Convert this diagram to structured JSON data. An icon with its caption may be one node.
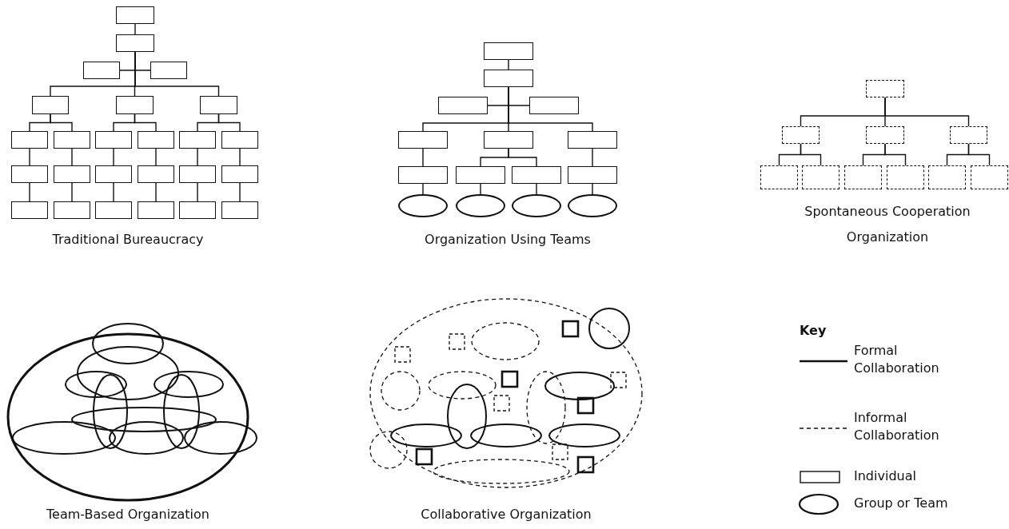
{
  "diagram": {
    "nodes": [
      {
        "text": [],
        "shape": "box"
      },
      {
        "text": [],
        "shape": "box"
      },
      {
        "text": [],
        "shape": "box"
      },
      {
        "text": [],
        "shape": "box"
      },
      {
        "text": [],
        "shape": "box"
      },
      {
        "text": [],
        "shape": "box"
      },
      {
        "text": [],
        "shape": "box"
      },
      {
        "text": [],
        "shape": "box"
      },
      {
        "text": [],
        "shape": "box"
      },
      {
        "text": [],
        "shape": "box"
      },
      {
        "text": [],
        "shape": "box"
      },
      {
        "text": [],
        "shape": "box"
      },
      {
        "text": [],
        "shape": "box"
      },
      {
        "text": [],
        "shape": "box"
      },
      {
        "text": [],
        "shape": "box"
      },
      {
        "text": [],
        "shape": "box"
      },
      {
        "text": [],
        "shape": "box"
      },
      {
        "text": [],
        "shape": "box"
      },
      {
        "text": [],
        "shape": "box"
      },
      {
        "text": [],
        "shape": "box"
      },
      {
        "text": [],
        "shape": "box"
      },
      {
        "text": [],
        "shape": "box"
      },
      {
        "text": [],
        "shape": "box"
      },
      {
        "text": [],
        "shape": "box"
      },
      {
        "text": [],
        "shape": "box"
      },
      {
        "text": [],
        "shape": "box"
      },
      {
        "text": [],
        "shape": "box"
      },
      {
        "text": [],
        "shape": "box"
      },
      {
        "text": [],
        "shape": "box"
      },
      {
        "text": [],
        "shape": "box"
      },
      {
        "text": [],
        "shape": "box"
      },
      {
        "text": [],
        "shape": "box"
      },
      {
        "text": [],
        "shape": "box"
      },
      {
        "text": [],
        "shape": "box"
      },
      {
        "text": [],
        "shape": "box"
      },
      {
        "text": [],
        "shape": "box"
      },
      {
        "text": [],
        "shape": "ellipse"
      },
      {
        "text": [],
        "shape": "ellipse"
      },
      {
        "text": [],
        "shape": "ellipse"
      },
      {
        "text": [],
        "shape": "ellipse"
      },
      {
        "text": [],
        "shape": "box"
      },
      {
        "text": [],
        "shape": "box"
      },
      {
        "text": [],
        "shape": "box"
      },
      {
        "text": [],
        "shape": "box"
      },
      {
        "text": [],
        "shape": "box"
      },
      {
        "text": [],
        "shape": "box"
      },
      {
        "text": [],
        "shape": "box"
      },
      {
        "text": [],
        "shape": "box"
      },
      {
        "text": [],
        "shape": "box"
      },
      {
        "text": [],
        "shape": "box"
      }
    ],
    "edges": [
      {
        "from": 0,
        "to": 1,
        "arrow": "none"
      },
      {
        "from": 1,
        "to": 2,
        "arrow": "none"
      },
      {
        "from": 1,
        "to": 3,
        "arrow": "none"
      },
      {
        "from": 1,
        "to": 4,
        "arrow": "none"
      },
      {
        "from": 1,
        "to": 5,
        "arrow": "none"
      },
      {
        "from": 1,
        "to": 6,
        "arrow": "none"
      },
      {
        "from": 4,
        "to": 7,
        "arrow": "none"
      },
      {
        "from": 4,
        "to": 8,
        "arrow": "none"
      },
      {
        "from": 5,
        "to": 9,
        "arrow": "none"
      },
      {
        "from": 5,
        "to": 10,
        "arrow": "none"
      },
      {
        "from": 6,
        "to": 11,
        "arrow": "none"
      },
      {
        "from": 6,
        "to": 12,
        "arrow": "none"
      },
      {
        "from": 7,
        "to": 13,
        "arrow": "none"
      },
      {
        "from": 8,
        "to": 14,
        "arrow": "none"
      },
      {
        "from": 9,
        "to": 15,
        "arrow": "none"
      },
      {
        "from": 10,
        "to": 16,
        "arrow": "none"
      },
      {
        "from": 11,
        "to": 17,
        "arrow": "none"
      },
      {
        "from": 12,
        "to": 18,
        "arrow": "none"
      },
      {
        "from": 13,
        "to": 19,
        "arrow": "none"
      },
      {
        "from": 14,
        "to": 20,
        "arrow": "none"
      },
      {
        "from": 15,
        "to": 21,
        "arrow": "none"
      },
      {
        "from": 16,
        "to": 22,
        "arrow": "none"
      },
      {
        "from": 17,
        "to": 23,
        "arrow": "none"
      },
      {
        "from": 18,
        "to": 24,
        "arrow": "none"
      },
      {
        "from": 25,
        "to": 26,
        "arrow": "none"
      },
      {
        "from": 26,
        "to": 27,
        "arrow": "none"
      },
      {
        "from": 26,
        "to": 28,
        "arrow": "none"
      },
      {
        "from": 26,
        "to": 29,
        "arrow": "none"
      },
      {
        "from": 26,
        "to": 30,
        "arrow": "none"
      },
      {
        "from": 26,
        "to": 31,
        "arrow": "none"
      },
      {
        "from": 29,
        "to": 32,
        "arrow": "none"
      },
      {
        "from": 30,
        "to": 33,
        "arrow": "none"
      },
      {
        "from": 30,
        "to": 34,
        "arrow": "none"
      },
      {
        "from": 31,
        "to": 35,
        "arrow": "none"
      },
      {
        "from": 32,
        "to": 36,
        "arrow": "none"
      },
      {
        "from": 33,
        "to": 37,
        "arrow": "none"
      },
      {
        "from": 34,
        "to": 38,
        "arrow": "none"
      },
      {
        "from": 35,
        "to": 39,
        "arrow": "none"
      },
      {
        "from": 40,
        "to": 41,
        "arrow": "none"
      },
      {
        "from": 40,
        "to": 42,
        "arrow": "none"
      },
      {
        "from": 40,
        "to": 43,
        "arrow": "none"
      },
      {
        "from": 41,
        "to": 44,
        "arrow": "none"
      },
      {
        "from": 41,
        "to": 45,
        "arrow": "none"
      },
      {
        "from": 42,
        "to": 46,
        "arrow": "none"
      },
      {
        "from": 42,
        "to": 47,
        "arrow": "none"
      },
      {
        "from": 43,
        "to": 48,
        "arrow": "none"
      },
      {
        "from": 43,
        "to": 49,
        "arrow": "none"
      }
    ],
    "labels": [
      "Traditional Bureaucracy",
      "Organization Using Teams",
      "Spontaneous Cooperation Organization",
      "Team-Based Organization",
      "Collaborative Organization",
      "Key"
    ],
    "legend": [
      {
        "text": "Formal Collaboration"
      },
      {
        "text": "Informal Collaboration"
      },
      {
        "text": "Individual"
      },
      {
        "text": "Group or Team"
      }
    ]
  }
}
